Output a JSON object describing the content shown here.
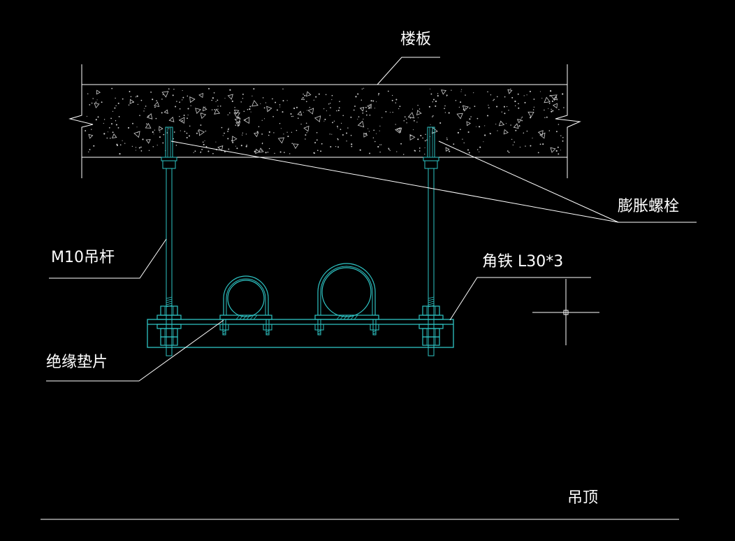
{
  "labels": {
    "floor_slab": "楼板",
    "expansion_bolt": "膨胀螺栓",
    "hanger_rod": "M10吊杆",
    "angle_iron": "角铁 L30*3",
    "insulation_pad": "绝缘垫片",
    "ceiling": "吊顶"
  },
  "colors": {
    "background": "#000000",
    "outline": "#ffffff",
    "steel": "#2ec4c4",
    "hatch_dot": "#cfcfcf"
  }
}
